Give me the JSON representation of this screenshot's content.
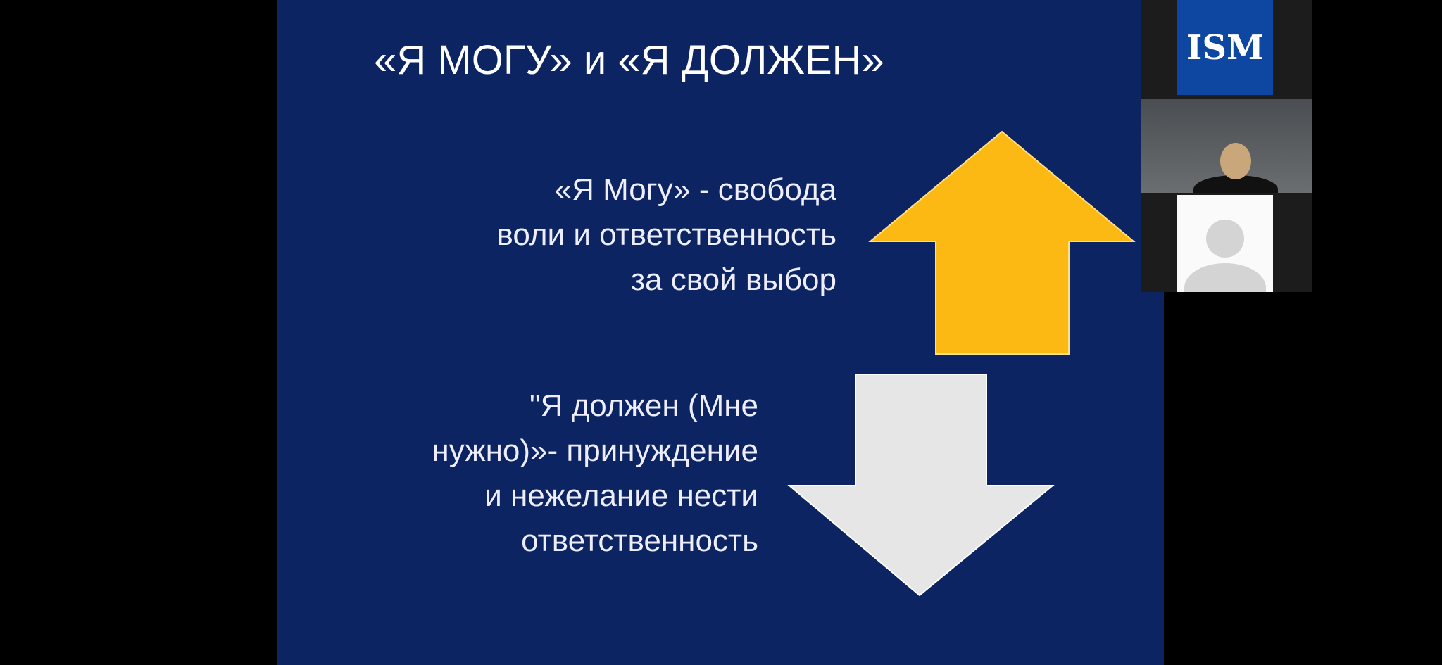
{
  "slide": {
    "title": "«Я МОГУ» и «Я ДОЛЖЕН»",
    "can_text": [
      "«Я Могу» - свобода",
      "воли и ответственность",
      "за свой выбор"
    ],
    "must_text": [
      "\"Я должен (Мне",
      "нужно)»- принуждение",
      "и нежелание нести",
      "ответственность"
    ],
    "colors": {
      "background": "#0c2461",
      "up_arrow": "#fdb913",
      "down_arrow": "#e6e6e6"
    }
  },
  "participants": {
    "logo_text": "ISM",
    "icons": [
      "person-silhouette-icon"
    ]
  }
}
